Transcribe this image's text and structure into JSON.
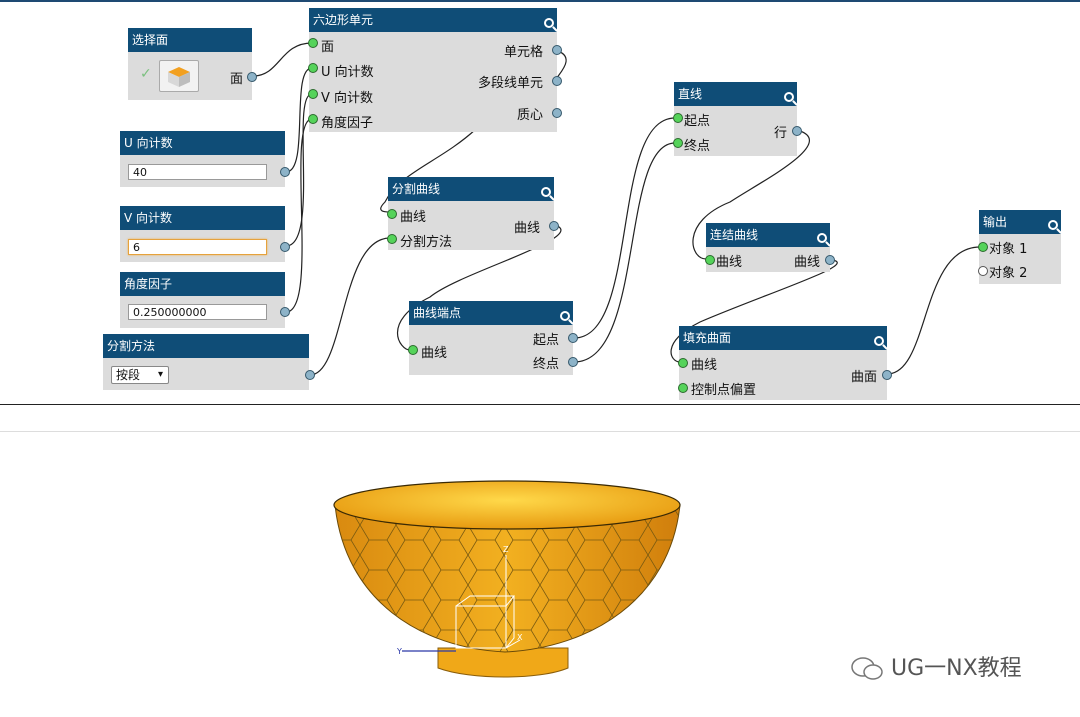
{
  "nodes": {
    "select_face": {
      "title": "选择面",
      "out_face": "面"
    },
    "u_count": {
      "title": "U 向计数",
      "value": "40"
    },
    "v_count": {
      "title": "V 向计数",
      "value": "6"
    },
    "angle_factor": {
      "title": "角度因子",
      "value": "0.250000000"
    },
    "split_method": {
      "title": "分割方法",
      "value": "按段"
    },
    "hex_cell": {
      "title": "六边形单元",
      "in_face": "面",
      "in_u": "U 向计数",
      "in_v": "V 向计数",
      "in_angle": "角度因子",
      "out_cell": "单元格",
      "out_poly": "多段线单元",
      "out_centroid": "质心"
    },
    "split_curve": {
      "title": "分割曲线",
      "in_curve": "曲线",
      "in_method": "分割方法",
      "out_curve": "曲线"
    },
    "curve_end": {
      "title": "曲线端点",
      "in_curve": "曲线",
      "out_start": "起点",
      "out_end": "终点"
    },
    "line": {
      "title": "直线",
      "in_start": "起点",
      "in_end": "终点",
      "out_row": "行"
    },
    "join_curve": {
      "title": "连结曲线",
      "in_curve": "曲线",
      "out_curve": "曲线"
    },
    "fill_surface": {
      "title": "填充曲面",
      "in_curve": "曲线",
      "in_offset": "控制点偏置",
      "out_surface": "曲面"
    },
    "output": {
      "title": "输出",
      "in_obj1": "对象 1",
      "in_obj2": "对象 2"
    }
  },
  "viewport": {
    "axis_z": "Z",
    "axis_y": "Y",
    "axis_x": "X",
    "bowl_color": "#f0a818"
  },
  "watermark": "UG一NX教程"
}
